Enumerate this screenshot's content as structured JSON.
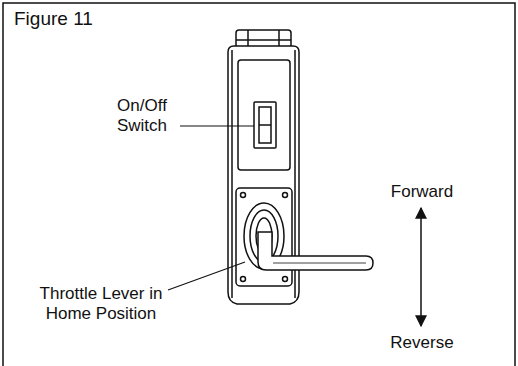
{
  "diagram": {
    "title": "Figure 11",
    "labels": [
      "On/Off Switch",
      "Throttle Lever in Home Position",
      "Forward",
      "Reverse"
    ]
  }
}
